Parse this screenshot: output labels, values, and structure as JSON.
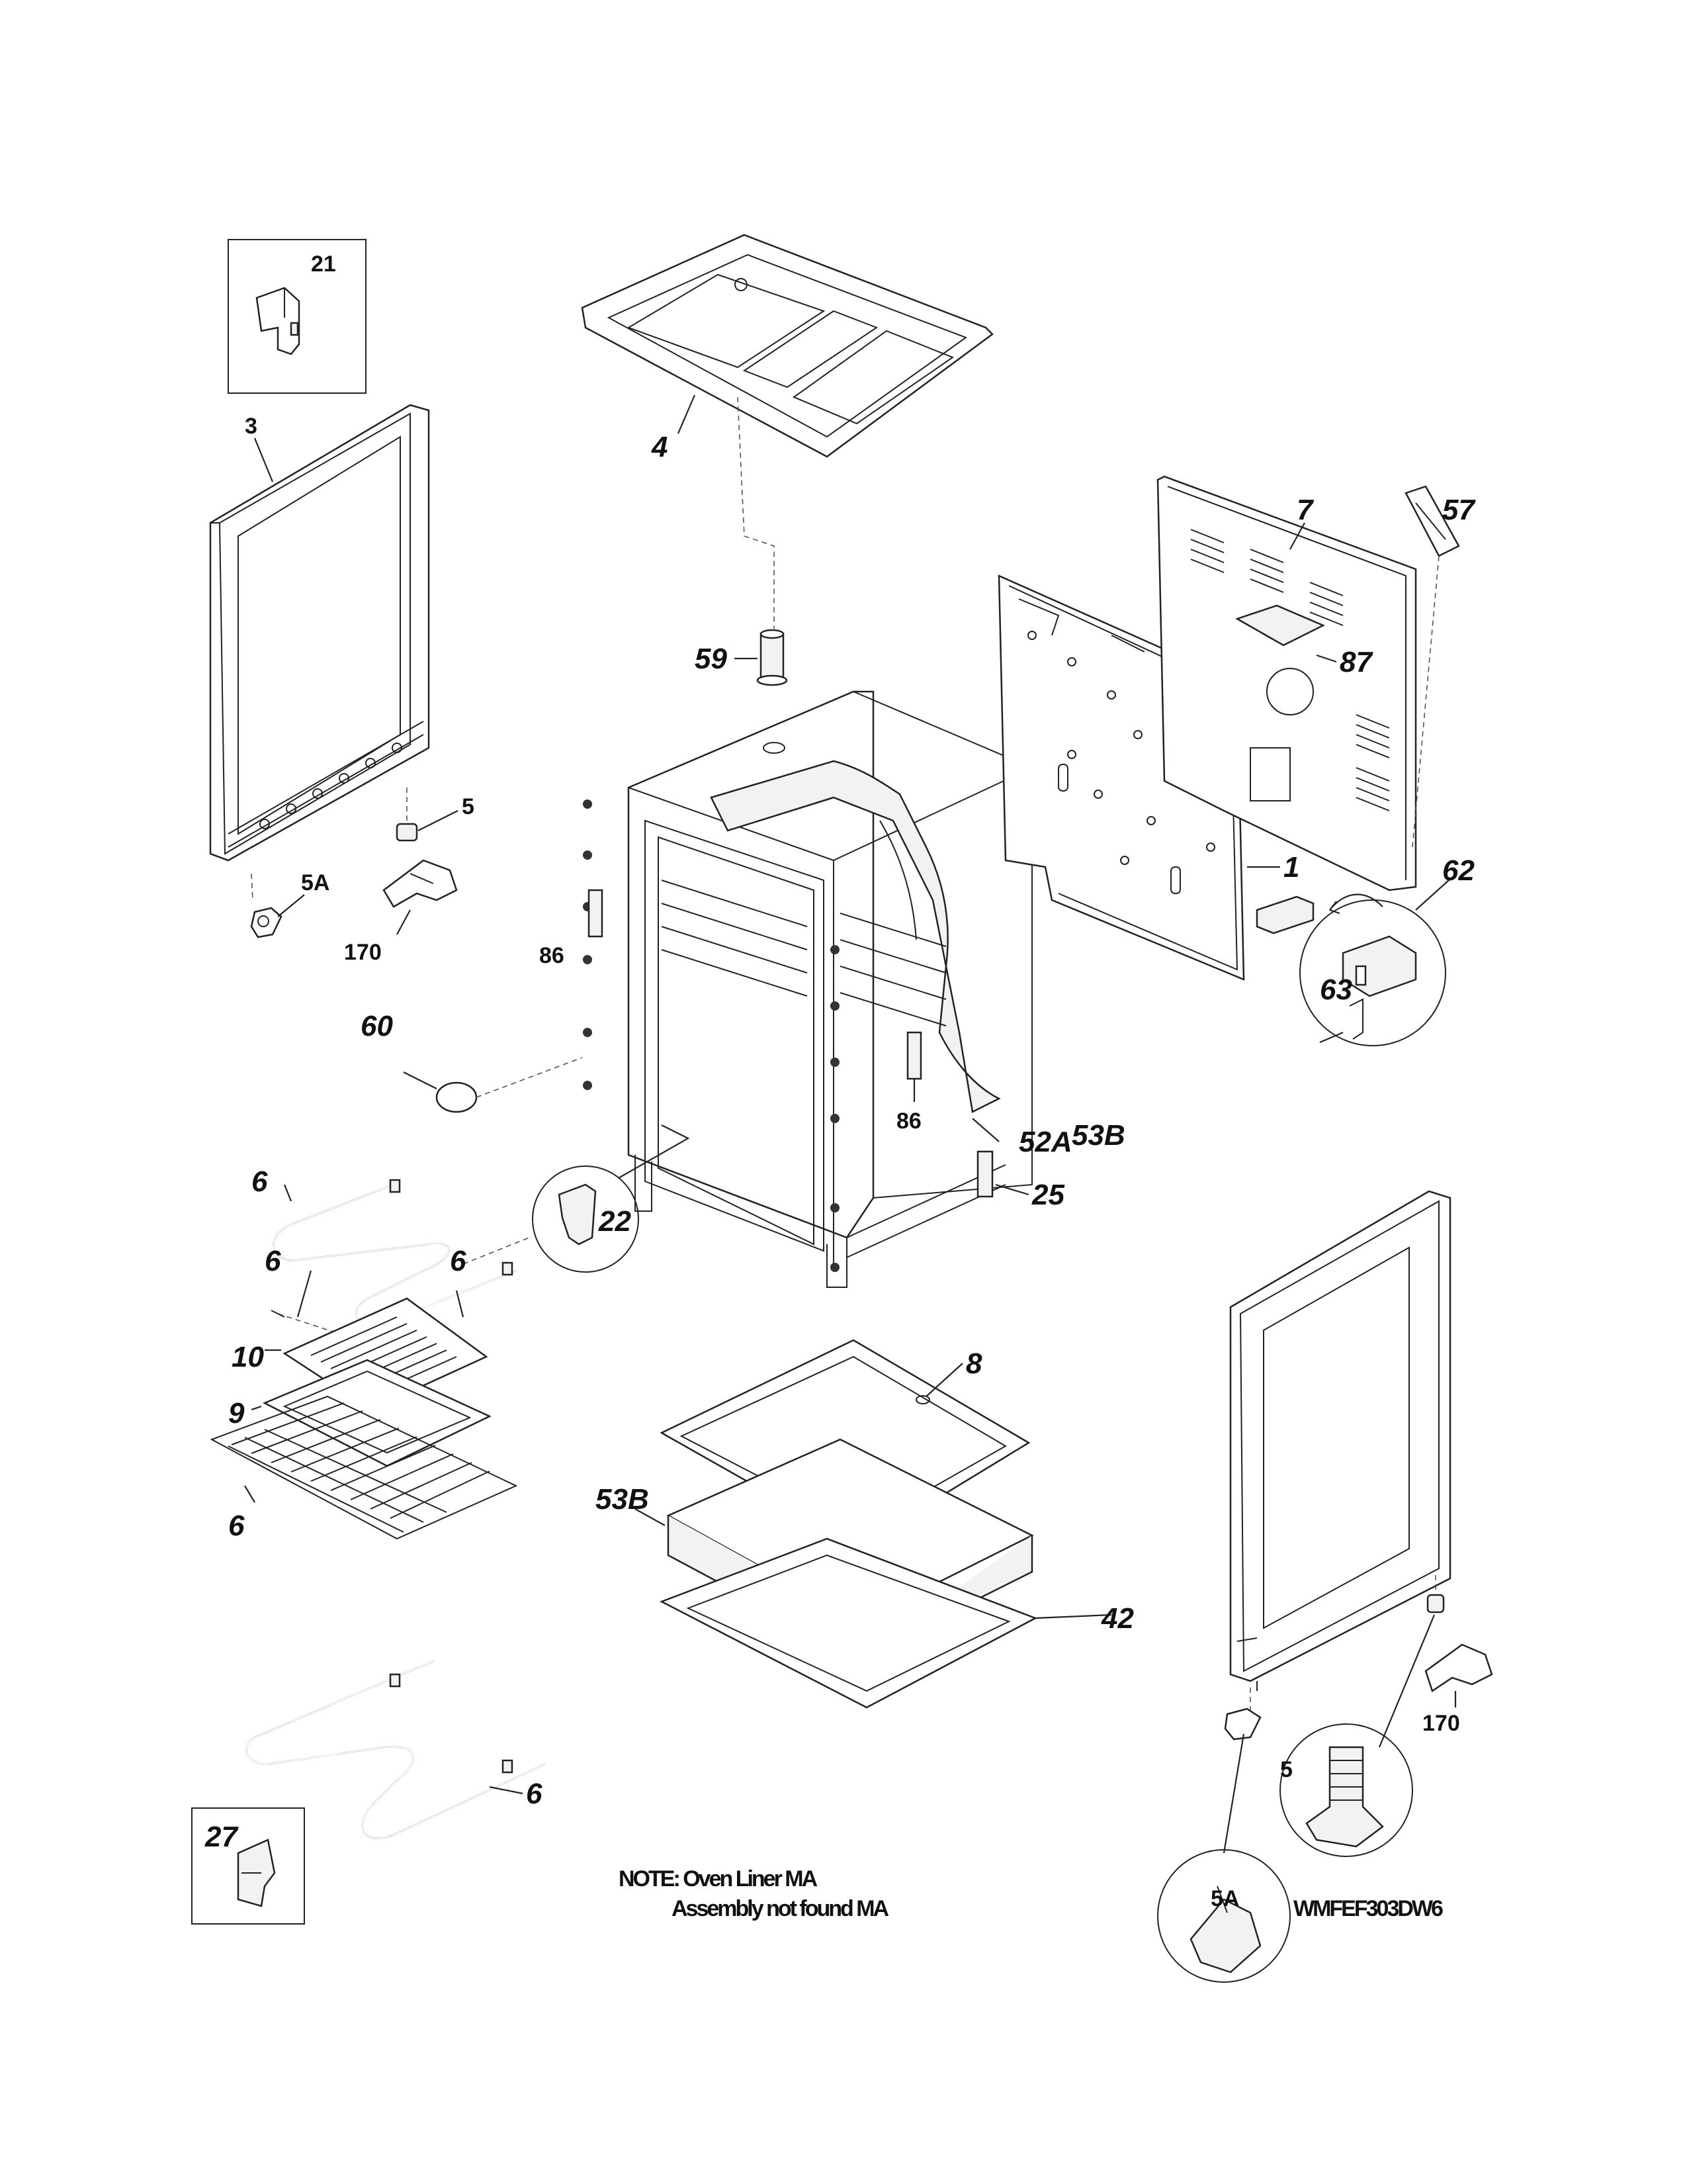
{
  "labels": {
    "l21": "21",
    "l3": "3",
    "l4": "4",
    "l7": "7",
    "l57": "57",
    "l59": "59",
    "l87": "87",
    "l5_top": "5",
    "l5a_top": "5A",
    "l170_top": "170",
    "l86_left": "86",
    "l1": "1",
    "l62": "62",
    "l63": "63",
    "l60": "60",
    "l6_bake_left": "6",
    "l6_bake_a": "6",
    "l6_bake_b": "6",
    "l52a": "52A",
    "l53b_top": "53B",
    "l86_right": "86",
    "l22": "22",
    "l25": "25",
    "l10": "10",
    "l9": "9",
    "l6_rack": "6",
    "l8": "8",
    "l53b": "53B",
    "l42": "42",
    "l6_broil": "6",
    "l27": "27",
    "l170_bottom": "170",
    "l5_bottom": "5",
    "l5a_bottom": "5A"
  },
  "notes": {
    "note_line1": "NOTE: Oven Liner MA",
    "note_line2": "Assembly not found MA",
    "diagram_code": "WMFEF303DW6"
  }
}
